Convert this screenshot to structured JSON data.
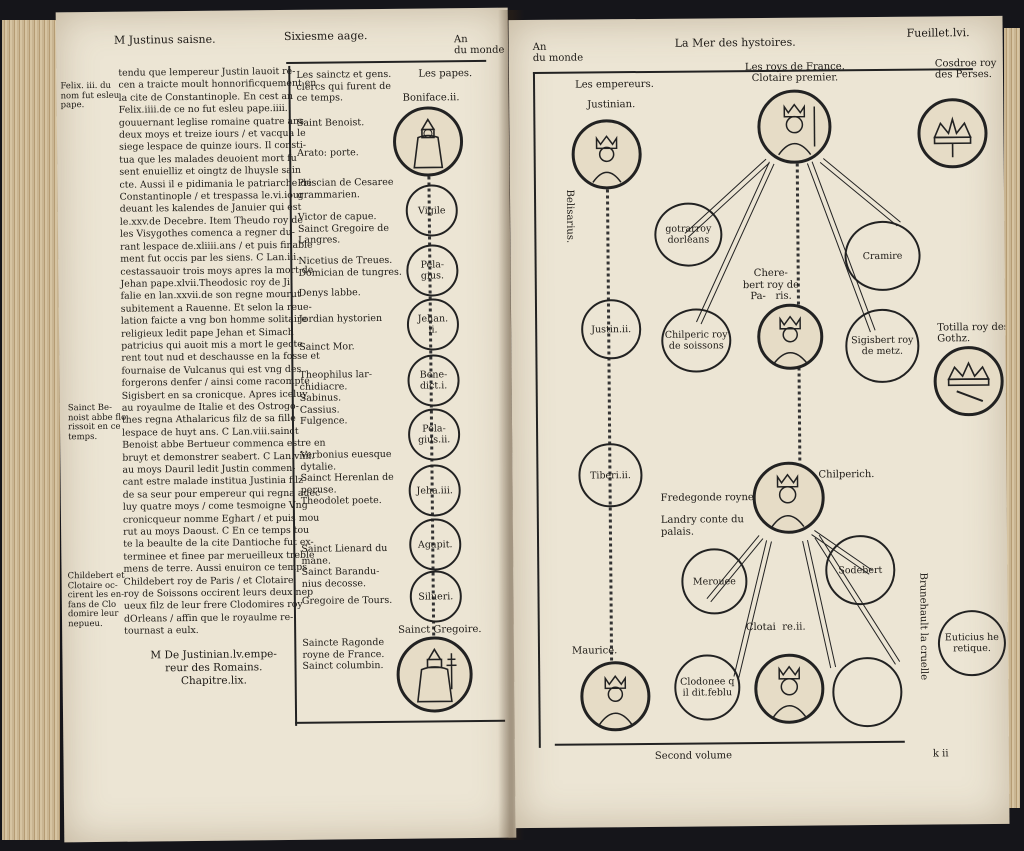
{
  "left_page": {
    "header_left": "M Justinus saisne.",
    "header_center": "Sixiesme aage.",
    "header_right": "An\ndu monde",
    "margin_notes": [
      "Felix. iii. du\nnom fut esleu\npape.",
      "Sainct Be-\nnoist abbe flo\nrissoit en ce\ntemps.",
      "Childebert et\nClotaire oc-\ncirent les en-\nfans de Clo\ndomire leur\nnepueu."
    ],
    "main_text": "tendu que lempereur Justin lauoit re-\ncen a traicte moult honnorificquement en\nla cite de Constantinople. En cest an\nFelix.iiii.de ce no fut esleu pape.iiii.\ngouuernant leglise romaine quatre ans\ndeux moys et treize iours / et vacqua le\nsiege lespace de quinze iours. Il consti-\ntua que les malades deuoient mort fu\nsent enuielliz et oingtz de lhuysle sain\ncte. Aussi il e pidimania le patriarche de\nConstantinople / et trespassa le.vi.iour\ndeuant les kalendes de Januier qui est\nle.xxv.de Decebre. Item Theudo roy de\nles Visygothes comenca a regner du-\nrant lespace de.xliiii.ans / et puis finable\nment fut occis par les siens. C Lan.iii.\ncestassauoir trois moys apres la mort de\nJehan pape.xlvii.Theodosic roy de Ji\nfalie en lan.xxvii.de son regne mourut\nsubitement a Rauenne. Et selon la reue-\nlation faicte a vng bon homme solitaire\nreligieux ledit pape Jehan et Simach\npatricius qui auoit mis a mort le gecte\nrent tout nud et deschausse en la fosse et\nfournaise de Vulcanus qui est vng des\nforgerons denfer / ainsi come racompte\nSigisbert en sa cronicque. Apres iceluy\nau royaulme de Italie et des Ostrogo-\nthes regna Athalaricus filz de sa fille\nlespace de huyt ans. C Lan.viii.sainct\nBenoist abbe Bertueur commenca estre en\nbruyt et demonstrer seabert. C Lan.viiii.\nau moys Dauril ledit Justin commen-\ncant estre malade institua Justinia filz\nde sa seur pour empereur qui regna auec\nluy quatre moys / come tesmoigne Vng\ncronicqueur nomme Eghart / et puis mou\nrut au moys Daoust. C En ce temps tou\nte la beaulte de la cite Dantioche fut ex-\nterminee et finee par merueilleux treble\nmens de terre. Aussi enuiron ce temps\nChildebert roy de Paris / et Clotaire\nroy de Soissons occirent leurs deux nep\nueux filz de leur frere Clodomires roy\ndOrleans / affin que le royaulme re-\ntournast a eulx.",
    "chapter_heading": "M De Justinian.lv.empe-\nreur des Romains.\nChapitre.lix.",
    "saints_intro": "Les sainctz et gens.\nclercs qui furent de\nce temps.",
    "saints": [
      "Saint Benoist.",
      "Arato: porte.",
      "Priscian de Cesaree\ngrammarien.",
      "Victor de capue.\nSainct Gregoire de\nLangres.",
      "Nicetius de Treues.\nDomician de tungres.",
      "Denys labbe.",
      "Jordian hystorien",
      "Sainct Mor.",
      "Theophilus lar-\nchidiacre.\nSabinus.\nCassius.\nFulgence.",
      "Verbonius euesque\ndytalie.\nSainct Herenlan de\nperuse.\nTheodolet poete.",
      "Sainct Lienard du\nmane.\nSainct Barandu-\nnius decosse.",
      "Gregoire de Tours.",
      "Saincte Ragonde\nroyne de France.\nSainct columbin."
    ],
    "popes_title": "Les papes.",
    "popes_first": "Boniface.ii.",
    "popes": [
      "Vigile",
      "Pela-\ngius.",
      "Jehan.\nii.",
      "Bene-\ndict.i.",
      "Pela-\ngius.ii.",
      "Jeha.iii.",
      "Agapit.",
      "Silueri."
    ],
    "popes_last": "Sainct Gregoire."
  },
  "right_page": {
    "header_left": "An\ndu monde",
    "header_center": "La Mer des hystoires.",
    "header_right": "Fueillet.lvi.",
    "emperors_title": "Les empereurs.",
    "emperor_first": "Justinian.",
    "emperors": [
      "Justin.ii.",
      "Tiberi.ii."
    ],
    "emperor_last": "Maurice.",
    "belisarius": "Belisarius.",
    "kings_title": "Les roys de France.\nClotaire premier.",
    "clotaire_sons": [
      "gotrarroy\ndorleans",
      "Cramire",
      "Chilperic roy\nde soissons",
      "Sigisbert roy\nde metz."
    ],
    "charibert": "Chere-\nbert roy de\nPa-   ris.",
    "chilperic": "Chilperich.",
    "fredegonde": "Fredegonde royne.",
    "landry": "Landry conte du\npalais.",
    "chilperic_sons": [
      "Merouee",
      "Sodebert",
      "Clodonee q\nil dit.feblu"
    ],
    "clotaire_ii": "Clotai  re.ii.",
    "persia_king": "Cosdroe roy\ndes Perses.",
    "totila": "Totilla roy des\nGothz.",
    "brunehault": "Brunehault la cruelle",
    "euticius": "Euticius he\nretique.",
    "footer": "Second volume",
    "footer_sig": "k ii"
  }
}
